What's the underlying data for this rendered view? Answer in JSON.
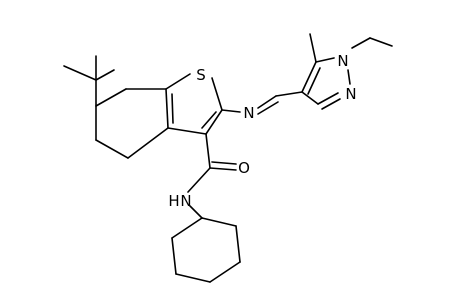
{
  "molecule": {
    "atom_labels": {
      "S": "S",
      "N_imine": "N",
      "N_pyrazole_1": "N",
      "N_pyrazole_2": "N",
      "O": "O",
      "NH": "N",
      "NH_H": "H"
    },
    "colors": {
      "bond": "#000000",
      "label": "#000000",
      "background": "#ffffff"
    }
  }
}
